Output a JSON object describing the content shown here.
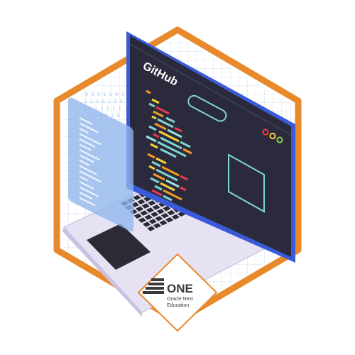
{
  "screen": {
    "brand": "GitHub"
  },
  "badge": {
    "name": "ONE",
    "line1": "Oracle Next",
    "line2": "Education"
  },
  "colors": {
    "hex_border": "#e88a2c",
    "screen_bg": "#2a2a3c",
    "screen_frame": "#3a5bd9",
    "laptop_body": "#e7e2f3",
    "keys": "#2b2b36",
    "holo_panel": "#8fb5ec",
    "code_orange": "#f59a24",
    "code_yellow": "#f2d23c",
    "code_red": "#ee3a4e",
    "code_teal": "#7fd6cf",
    "code_teal_light": "#9ee3dc",
    "badge_icon": "#3a3a3a"
  },
  "window_dots": [
    "#ee3a4e",
    "#f2d23c",
    "#8bd14a"
  ],
  "icons": [
    "hexagon-frame",
    "laptop",
    "github-wordmark",
    "oracle-one-logo"
  ]
}
